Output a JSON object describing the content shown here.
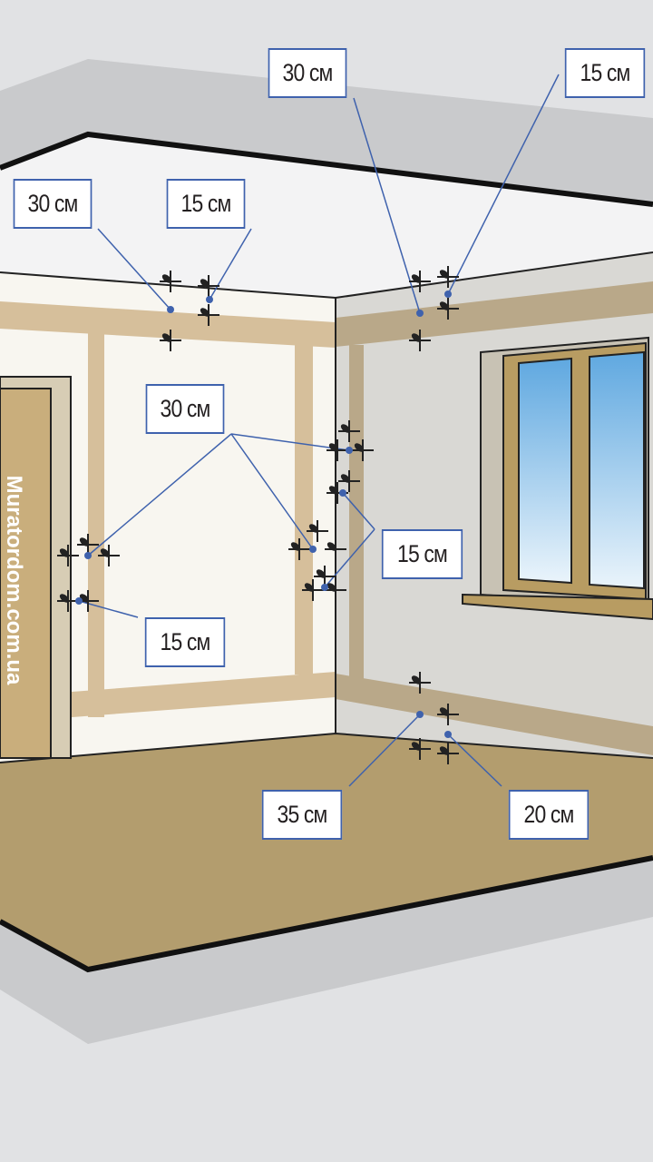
{
  "watermark": "Muratordom.com.ua",
  "labels": {
    "ceiling_left_30": "30 см",
    "ceiling_left_15": "15 см",
    "ceiling_right_30": "30 см",
    "ceiling_right_15": "15 см",
    "wall_mid_30": "30 см",
    "wall_mid_15": "15 см",
    "wall_left_15": "15 см",
    "floor_35": "35 см",
    "floor_20": "20 см"
  },
  "colors": {
    "callout": "#3f62ad",
    "floor": "#b39d6e",
    "stripe": "#d6bf9b"
  }
}
